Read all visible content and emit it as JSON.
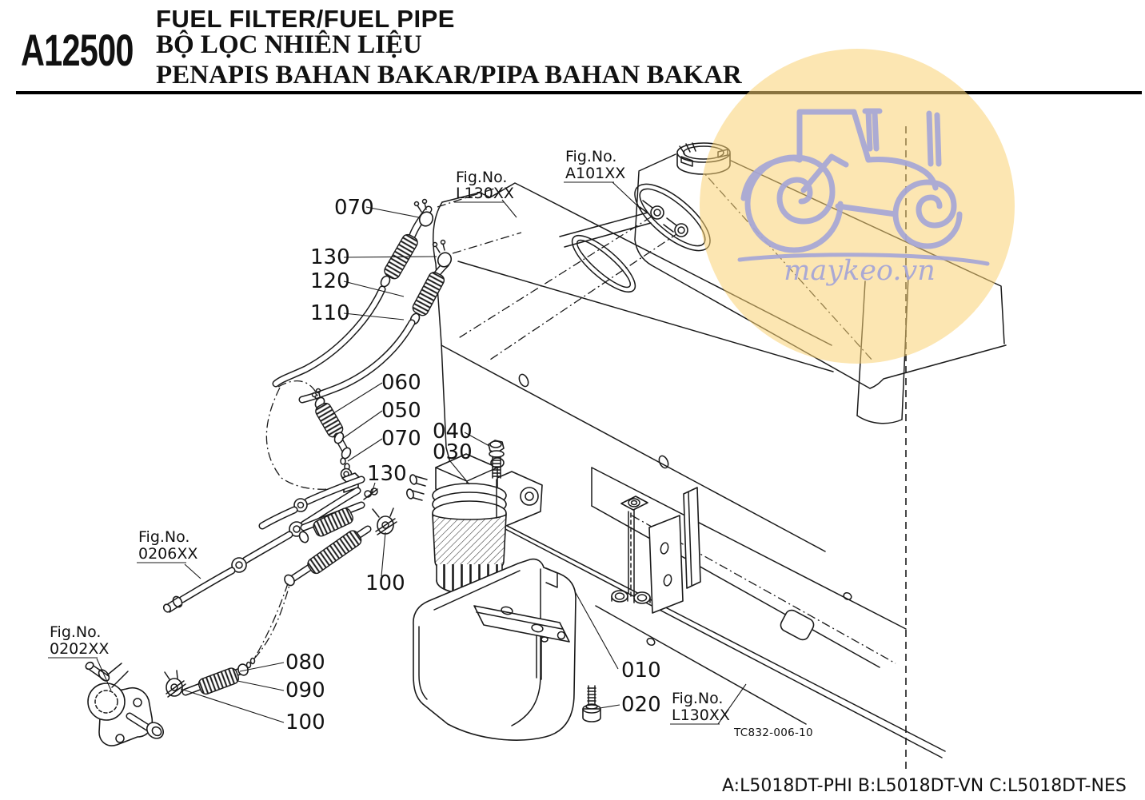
{
  "header": {
    "code": "A12500",
    "titles": [
      "FUEL FILTER/FUEL PIPE",
      "BỘ LỌC NHIÊN LIỆU",
      "PENAPIS BAHAN BAKAR/PIPA BAHAN BAKAR"
    ]
  },
  "fig_refs": {
    "prefix": "Fig.No.",
    "panel_top": "L130XX",
    "tank": "A101XX",
    "pipes": "0206XX",
    "pump": "0202XX",
    "frame_bottom": "L130XX"
  },
  "callouts": {
    "c070a": "070",
    "c130a": "130",
    "c120": "120",
    "c110": "110",
    "c060": "060",
    "c050": "050",
    "c070b": "070",
    "c130b": "130",
    "c040": "040",
    "c030": "030",
    "c100a": "100",
    "c080": "080",
    "c090": "090",
    "c100b": "100",
    "c010": "010",
    "c020": "020"
  },
  "drawing_code": "TC832-006-10",
  "models_line": "A:L5018DT-PHI B:L5018DT-VN C:L5018DT-NES",
  "watermark": {
    "text": "maykeo.vn",
    "circle_color": "rgba(250,210,115,0.55)",
    "line_color": "#a6a6d6"
  }
}
